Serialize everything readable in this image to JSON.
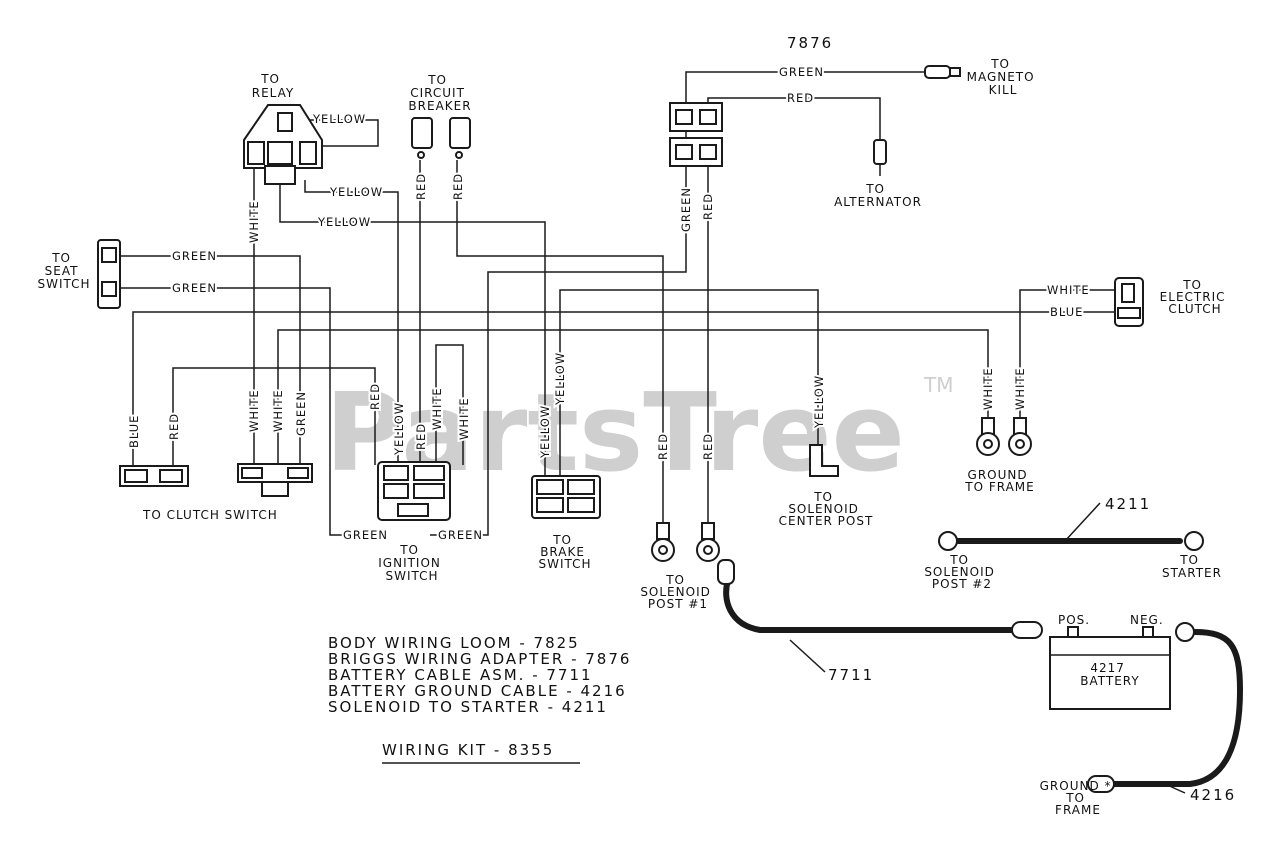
{
  "watermark": {
    "text": "PartsTree",
    "tm": "TM"
  },
  "adapter_number": "7876",
  "components": {
    "relay": [
      "TO",
      "RELAY"
    ],
    "circuit_breaker": [
      "TO",
      "CIRCUIT",
      "BREAKER"
    ],
    "magneto_kill": [
      "TO",
      "MAGNETO",
      "KILL"
    ],
    "alternator": [
      "TO",
      "ALTERNATOR"
    ],
    "seat_switch": [
      "TO",
      "SEAT",
      "SWITCH"
    ],
    "electric_clutch": [
      "TO",
      "ELECTRIC",
      "CLUTCH"
    ],
    "clutch_switch": "TO CLUTCH SWITCH",
    "ignition_switch": [
      "TO",
      "IGNITION",
      "SWITCH"
    ],
    "brake_switch": [
      "TO",
      "BRAKE",
      "SWITCH"
    ],
    "solenoid_post_1": [
      "TO",
      "SOLENOID",
      "POST #1"
    ],
    "solenoid_center": [
      "TO",
      "SOLENOID",
      "CENTER POST"
    ],
    "ground_frame_1": [
      "GROUND",
      "TO FRAME"
    ],
    "solenoid_post_2": [
      "TO",
      "SOLENOID",
      "POST #2"
    ],
    "starter": [
      "TO",
      "STARTER"
    ],
    "ground_frame_2": [
      "GROUND *",
      "TO",
      "FRAME"
    ],
    "battery": {
      "number": "4217",
      "name": "BATTERY",
      "pos": "POS.",
      "neg": "NEG."
    }
  },
  "wire_labels": {
    "yellow": "YELLOW",
    "green": "GREEN",
    "red": "RED",
    "white": "WHITE",
    "blue": "BLUE"
  },
  "cable_numbers": {
    "c4211": "4211",
    "c7711": "7711",
    "c4216": "4216"
  },
  "legend": [
    "BODY WIRING LOOM - 7825",
    "BRIGGS WIRING ADAPTER - 7876",
    "BATTERY CABLE ASM. - 7711",
    "BATTERY GROUND CABLE - 4216",
    "SOLENOID TO STARTER - 4211"
  ],
  "kit_title": "WIRING KIT - 8355"
}
